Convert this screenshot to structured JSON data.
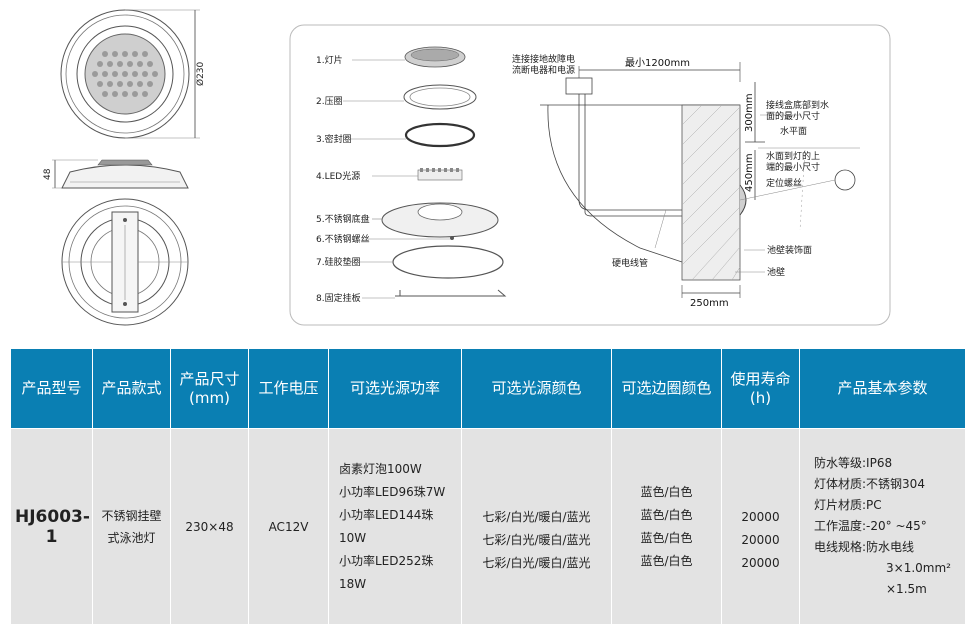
{
  "drawing": {
    "dim_diameter": "Ø230",
    "dim_height": "48",
    "parts": [
      {
        "label": "1.灯片"
      },
      {
        "label": "2.压圈"
      },
      {
        "label": "3.密封圈"
      },
      {
        "label": "4.LED光源"
      },
      {
        "label": "5.不锈钢底盘"
      },
      {
        "label": "6.不锈钢螺丝"
      },
      {
        "label": "7.硅胶垫圈"
      },
      {
        "label": "8.固定挂板"
      }
    ],
    "install": {
      "note_ground_line1": "连接接地故障电",
      "note_ground_line2": "流断电器和电源",
      "min_distance": "最小1200mm",
      "dim_300": "300mm",
      "dim_450": "450mm",
      "dim_250": "250mm",
      "note_box_line1": "接线盒底部到水",
      "note_box_line2": "面的最小尺寸",
      "water_level": "水平面",
      "note_light_line1": "水面到灯的上",
      "note_light_line2": "端的最小尺寸",
      "locating_screw": "定位螺丝",
      "pool_decor": "池壁装饰面",
      "pool_wall": "池壁",
      "conduit": "硬电线管"
    }
  },
  "table": {
    "headers": [
      {
        "line1": "产品型号",
        "line2": ""
      },
      {
        "line1": "产品款式",
        "line2": ""
      },
      {
        "line1": "产品尺寸",
        "line2": "(mm)"
      },
      {
        "line1": "工作电压",
        "line2": ""
      },
      {
        "line1": "可选光源功率",
        "line2": ""
      },
      {
        "line1": "可选光源颜色",
        "line2": ""
      },
      {
        "line1": "可选边圈颜色",
        "line2": ""
      },
      {
        "line1": "使用寿命",
        "line2": "(h)"
      },
      {
        "line1": "产品基本参数",
        "line2": ""
      }
    ],
    "row": {
      "model": "HJ6003-1",
      "style_line1": "不锈钢挂壁",
      "style_line2": "式泳池灯",
      "size": "230×48",
      "voltage": "AC12V",
      "power": [
        "卤素灯泡100W",
        "小功率LED96珠7W",
        "小功率LED144珠10W",
        "小功率LED252珠18W"
      ],
      "colors": [
        "七彩/白光/暖白/蓝光",
        "七彩/白光/暖白/蓝光",
        "七彩/白光/暖白/蓝光"
      ],
      "rim_colors": [
        "蓝色/白色",
        "蓝色/白色",
        "蓝色/白色",
        "蓝色/白色"
      ],
      "life": [
        "20000",
        "20000",
        "20000"
      ],
      "params": [
        "防水等级:IP68",
        "灯体材质:不锈钢304",
        "灯片材质:PC",
        "工作温度:-20° ~45°",
        "电线规格:防水电线",
        "3×1.0mm²",
        "×1.5m"
      ]
    }
  },
  "colors": {
    "header_bg": "#0a7fb3",
    "cell_bg": "#e3e3e3"
  }
}
